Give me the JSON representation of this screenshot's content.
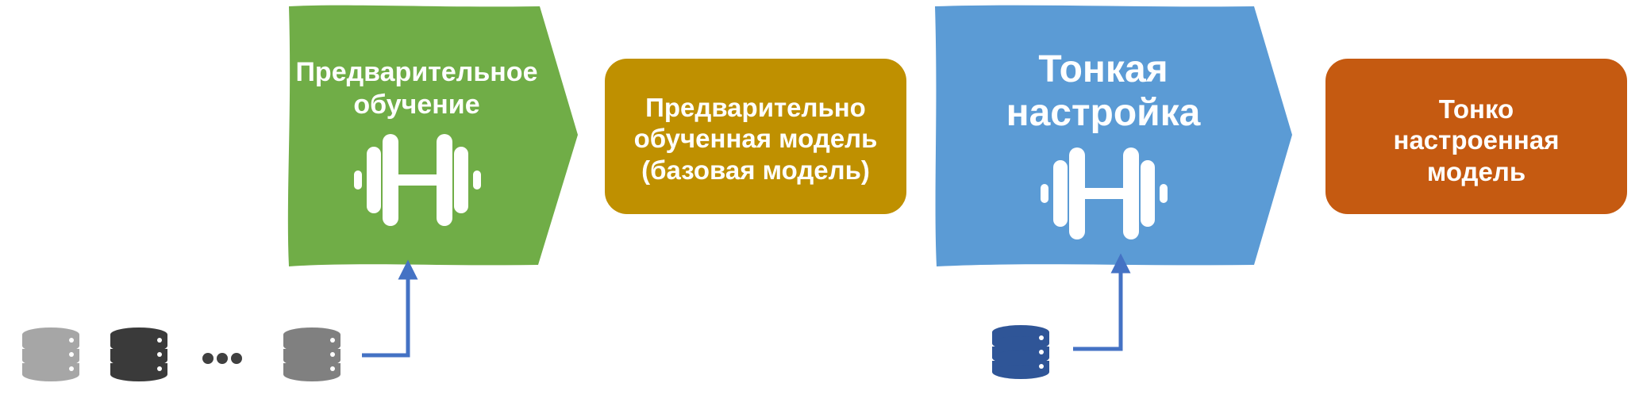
{
  "stages": [
    {
      "title": "Предварительное\nобучение",
      "icon": "dumbbell-icon",
      "color": "#70AD47",
      "output": {
        "label": "Предварительно\nобученная модель\n(базовая модель)",
        "color": "#BF9000"
      },
      "datasets": [
        {
          "icon": "database-icon",
          "color": "#A6A6A6"
        },
        {
          "icon": "database-icon",
          "color": "#3A3A3A"
        },
        {
          "icon": "ellipsis-icon",
          "color": "#404040"
        },
        {
          "icon": "database-icon",
          "color": "#808080"
        }
      ]
    },
    {
      "title": "Тонкая\nнастройка",
      "icon": "dumbbell-icon",
      "color": "#5B9BD5",
      "output": {
        "label": "Тонко\nнастроенная\nмодель",
        "color": "#C55A11"
      },
      "datasets": [
        {
          "icon": "database-icon",
          "color": "#2F5597"
        }
      ]
    }
  ],
  "connector_color": "#4472C4"
}
